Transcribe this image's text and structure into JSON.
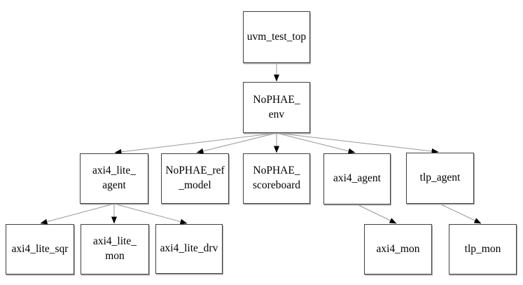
{
  "diagram": {
    "type": "hierarchy-tree",
    "colors": {
      "background": "#ffffff",
      "box_fill": "#ffffff",
      "box_border": "#404040",
      "box_shadow": "#a8a8a8",
      "text": "#000000",
      "connector_line": "#999999",
      "arrowhead": "#000000"
    }
  },
  "nodes": {
    "uvm_test_top": {
      "label": "uvm_test_top"
    },
    "nophae_env": {
      "label": "NoPHAE_\nenv"
    },
    "axi4_lite_agent": {
      "label": "axi4_lite_\nagent"
    },
    "nophae_ref_model": {
      "label": "NoPHAE_ref\n_model"
    },
    "nophae_scoreboard": {
      "label": "NoPHAE_\nscoreboard"
    },
    "axi4_agent": {
      "label": "axi4_agent"
    },
    "tlp_agent": {
      "label": "tlp_agent"
    },
    "axi4_lite_sqr": {
      "label": "axi4_lite_sqr"
    },
    "axi4_lite_mon": {
      "label": "axi4_lite_\nmon"
    },
    "axi4_lite_drv": {
      "label": "axi4_lite_drv"
    },
    "axi4_mon": {
      "label": "axi4_mon"
    },
    "tlp_mon": {
      "label": "tlp_mon"
    }
  },
  "edges": [
    {
      "from": "uvm_test_top",
      "to": "nophae_env"
    },
    {
      "from": "nophae_env",
      "to": "axi4_lite_agent"
    },
    {
      "from": "nophae_env",
      "to": "nophae_ref_model"
    },
    {
      "from": "nophae_env",
      "to": "nophae_scoreboard"
    },
    {
      "from": "nophae_env",
      "to": "axi4_agent"
    },
    {
      "from": "nophae_env",
      "to": "tlp_agent"
    },
    {
      "from": "axi4_lite_agent",
      "to": "axi4_lite_sqr"
    },
    {
      "from": "axi4_lite_agent",
      "to": "axi4_lite_mon"
    },
    {
      "from": "axi4_lite_agent",
      "to": "axi4_lite_drv"
    },
    {
      "from": "axi4_agent",
      "to": "axi4_mon"
    },
    {
      "from": "tlp_agent",
      "to": "tlp_mon"
    }
  ]
}
